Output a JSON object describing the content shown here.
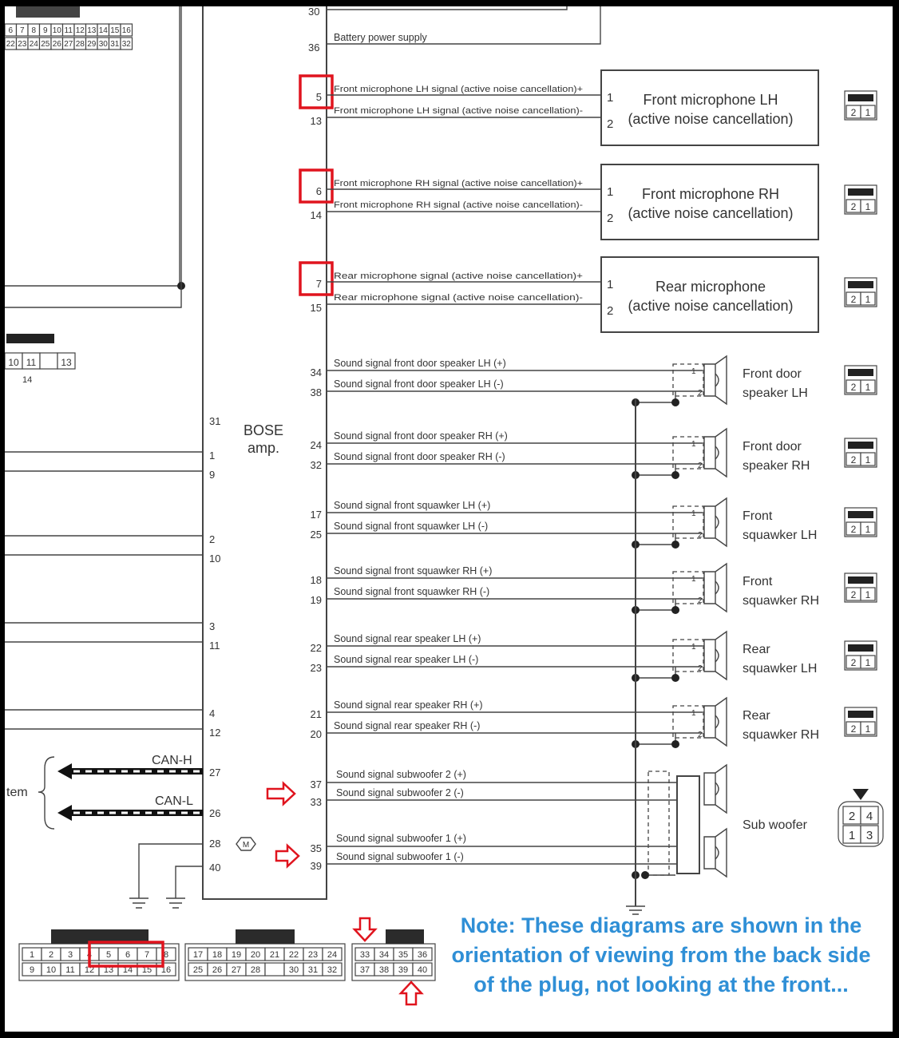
{
  "top_signal": {
    "label": "Battery power supply",
    "pin_top": "30",
    "pin": "36"
  },
  "amp": {
    "name": "BOSE",
    "name2": "amp."
  },
  "mic_signals": [
    {
      "pin_a": "5",
      "pin_b": "13",
      "sig_a": "Front microphone LH signal (active noise cancellation)+",
      "sig_b": "Front microphone LH signal (active noise cancellation)-",
      "comp1": "Front microphone LH",
      "comp2": "(active noise cancellation)",
      "term_a": "1",
      "term_b": "2",
      "conn": [
        "2",
        "1"
      ]
    },
    {
      "pin_a": "6",
      "pin_b": "14",
      "sig_a": "Front microphone RH signal (active noise cancellation)+",
      "sig_b": "Front microphone RH signal (active noise cancellation)-",
      "comp1": "Front microphone RH",
      "comp2": "(active noise cancellation)",
      "term_a": "1",
      "term_b": "2",
      "conn": [
        "2",
        "1"
      ]
    },
    {
      "pin_a": "7",
      "pin_b": "15",
      "sig_a": "Rear microphone signal (active noise cancellation)+",
      "sig_b": "Rear microphone signal (active noise cancellation)-",
      "comp1": "Rear microphone",
      "comp2": "(active noise cancellation)",
      "term_a": "1",
      "term_b": "2",
      "conn": [
        "2",
        "1"
      ]
    }
  ],
  "speakers": [
    {
      "pin_a": "34",
      "pin_b": "38",
      "sig_a": "Sound signal front door speaker LH (+)",
      "sig_b": "Sound signal front door speaker LH (-)",
      "name1": "Front door",
      "name2": "speaker LH",
      "term_a": "1",
      "term_b": "2",
      "conn": [
        "2",
        "1"
      ]
    },
    {
      "pin_a": "24",
      "pin_b": "32",
      "sig_a": "Sound signal front door speaker RH (+)",
      "sig_b": "Sound signal front door speaker RH (-)",
      "name1": "Front door",
      "name2": "speaker RH",
      "term_a": "1",
      "term_b": "2",
      "conn": [
        "2",
        "1"
      ]
    },
    {
      "pin_a": "17",
      "pin_b": "25",
      "sig_a": "Sound signal front squawker LH (+)",
      "sig_b": "Sound signal front squawker LH (-)",
      "name1": "Front",
      "name2": "squawker LH",
      "term_a": "1",
      "term_b": "2",
      "conn": [
        "2",
        "1"
      ]
    },
    {
      "pin_a": "18",
      "pin_b": "19",
      "sig_a": "Sound signal front squawker RH (+)",
      "sig_b": "Sound signal front squawker RH (-)",
      "name1": "Front",
      "name2": "squawker RH",
      "term_a": "1",
      "term_b": "2",
      "conn": [
        "2",
        "1"
      ]
    },
    {
      "pin_a": "22",
      "pin_b": "23",
      "sig_a": "Sound signal rear speaker LH (+)",
      "sig_b": "Sound signal rear speaker LH (-)",
      "name1": "Rear",
      "name2": "squawker LH",
      "term_a": "1",
      "term_b": "2",
      "conn": [
        "2",
        "1"
      ]
    },
    {
      "pin_a": "21",
      "pin_b": "20",
      "sig_a": "Sound signal rear speaker RH (+)",
      "sig_b": "Sound signal rear speaker RH (-)",
      "name1": "Rear",
      "name2": "squawker RH",
      "term_a": "1",
      "term_b": "2",
      "conn": [
        "2",
        "1"
      ]
    }
  ],
  "subwoofer": {
    "rows": [
      {
        "pin_a": "37",
        "pin_b": "33",
        "sig_a": "Sound signal subwoofer 2 (+)",
        "sig_b": "Sound signal subwoofer 2 (-)",
        "term_a": "4",
        "term_b": "3"
      },
      {
        "pin_a": "35",
        "pin_b": "39",
        "sig_a": "Sound signal subwoofer 1 (+)",
        "sig_b": "Sound signal subwoofer 1 (-)",
        "term_a": "2",
        "term_b": "1"
      }
    ],
    "name": "Sub woofer",
    "conn": [
      "2",
      "4",
      "1",
      "3"
    ]
  },
  "left_pins": [
    "31",
    "1",
    "9",
    "2",
    "10",
    "3",
    "11",
    "4",
    "12",
    "27",
    "26",
    "28",
    "40"
  ],
  "can": {
    "h": "CAN-H",
    "l": "CAN-L",
    "system_fragment": "tem",
    "motor_symbol": "M"
  },
  "top_left_connector": {
    "row1": [
      "6",
      "7",
      "8",
      "9",
      "10",
      "11",
      "12",
      "13",
      "14",
      "15",
      "16"
    ],
    "row2": [
      "22",
      "23",
      "24",
      "25",
      "26",
      "27",
      "28",
      "29",
      "30",
      "31",
      "32"
    ]
  },
  "mid_left_connector": {
    "cells": [
      "10",
      "11",
      "",
      "13"
    ],
    "below": "14"
  },
  "bottom_connectors": [
    {
      "row1": [
        "1",
        "2",
        "3",
        "4",
        "5",
        "6",
        "7",
        "8"
      ],
      "row2": [
        "9",
        "10",
        "11",
        "12",
        "13",
        "14",
        "15",
        "16"
      ]
    },
    {
      "row1": [
        "17",
        "18",
        "19",
        "20",
        "21",
        "22",
        "23",
        "24"
      ],
      "row2": [
        "25",
        "26",
        "27",
        "28",
        "",
        "30",
        "31",
        "32"
      ]
    },
    {
      "row1": [
        "33",
        "34",
        "35",
        "36"
      ],
      "row2": [
        "37",
        "38",
        "39",
        "40"
      ]
    }
  ],
  "note": {
    "line1": "Note: These diagrams are shown in the",
    "line2": "orientation of viewing from the back side",
    "line3": "of the plug, not looking at the front..."
  },
  "colors": {
    "highlight": "#e0141e",
    "note": "#2f8fd6",
    "wire": "#444444"
  }
}
